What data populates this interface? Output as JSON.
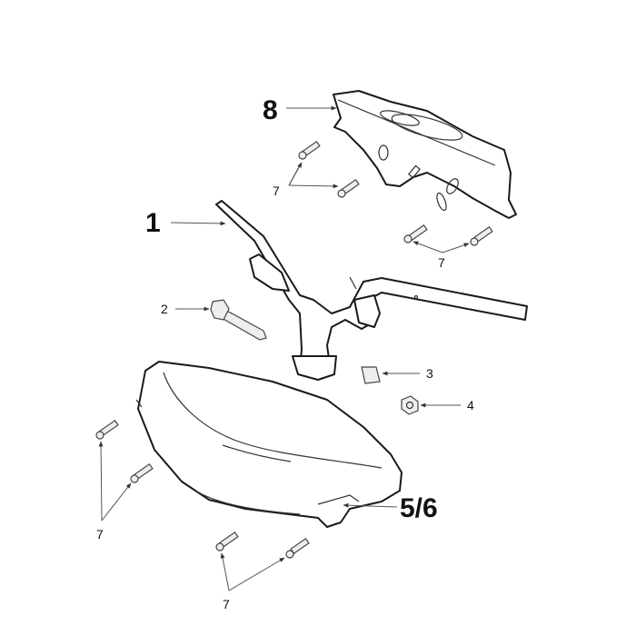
{
  "diagram": {
    "type": "exploded parts diagram",
    "labels": {
      "handlebar": "1",
      "bolt": "2",
      "bushing": "3",
      "nut": "4",
      "front_cover": "5/6",
      "screw_top_left": "7",
      "screw_top_right": "7",
      "screw_bottom_left": "7",
      "screw_bottom_center": "7",
      "rear_cover": "8"
    }
  }
}
